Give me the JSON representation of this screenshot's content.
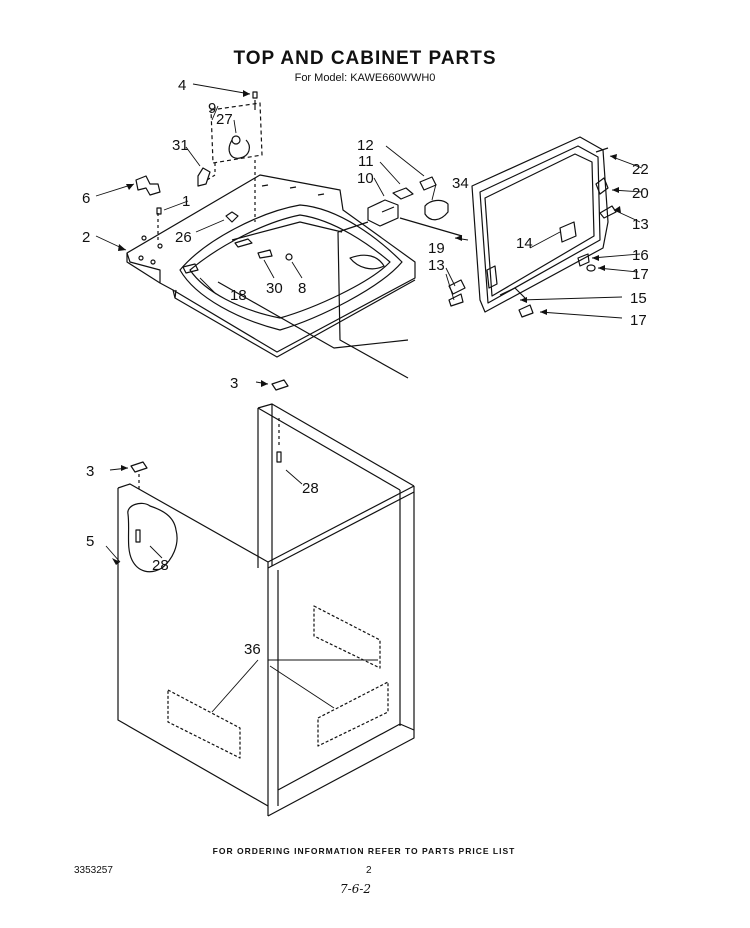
{
  "header": {
    "title": "TOP AND CABINET PARTS",
    "subtitle": "For Model: KAWE660WWH0"
  },
  "callouts": {
    "c1": "1",
    "c2": "2",
    "c3a": "3",
    "c3b": "3",
    "c4": "4",
    "c5": "5",
    "c6": "6",
    "c8": "8",
    "c9": "9",
    "c10": "10",
    "c11": "11",
    "c12": "12",
    "c13a": "13",
    "c13b": "13",
    "c14": "14",
    "c15": "15",
    "c16": "16",
    "c17a": "17",
    "c17b": "17",
    "c18": "18",
    "c19": "19",
    "c20": "20",
    "c22": "22",
    "c26": "26",
    "c27": "27",
    "c28a": "28",
    "c28b": "28",
    "c30": "30",
    "c31": "31",
    "c34": "34",
    "c36": "36"
  },
  "footer": {
    "note": "FOR ORDERING INFORMATION REFER TO PARTS PRICE LIST",
    "doc_number": "3353257",
    "page_number": "2",
    "handwritten": "7-6-2"
  }
}
